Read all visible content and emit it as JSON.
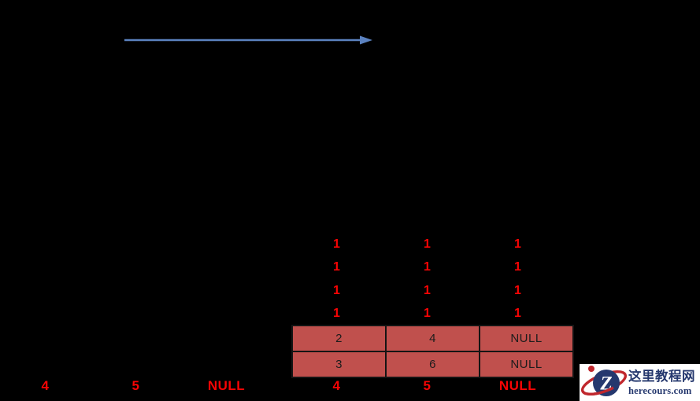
{
  "diagram": {
    "arrow": {
      "color": "#5b82c0",
      "direction": "right"
    },
    "ones_grid": {
      "color": "#f70404",
      "rows": [
        [
          "1",
          "1",
          "1"
        ],
        [
          "1",
          "1",
          "1"
        ],
        [
          "1",
          "1",
          "1"
        ],
        [
          "1",
          "1",
          "1"
        ]
      ]
    },
    "table": {
      "fill_color": "#c0504d",
      "border_color": "#141414",
      "rows": [
        [
          "2",
          "4",
          "NULL"
        ],
        [
          "3",
          "6",
          "NULL"
        ]
      ]
    },
    "left_labels": [
      "4",
      "5",
      "NULL"
    ],
    "right_labels": [
      "4",
      "5",
      "NULL"
    ]
  },
  "logo": {
    "letter": "Z",
    "title": "这里教程网",
    "domain": "herecours.com",
    "navy_color": "#25386e",
    "red_color": "#c0272d"
  }
}
